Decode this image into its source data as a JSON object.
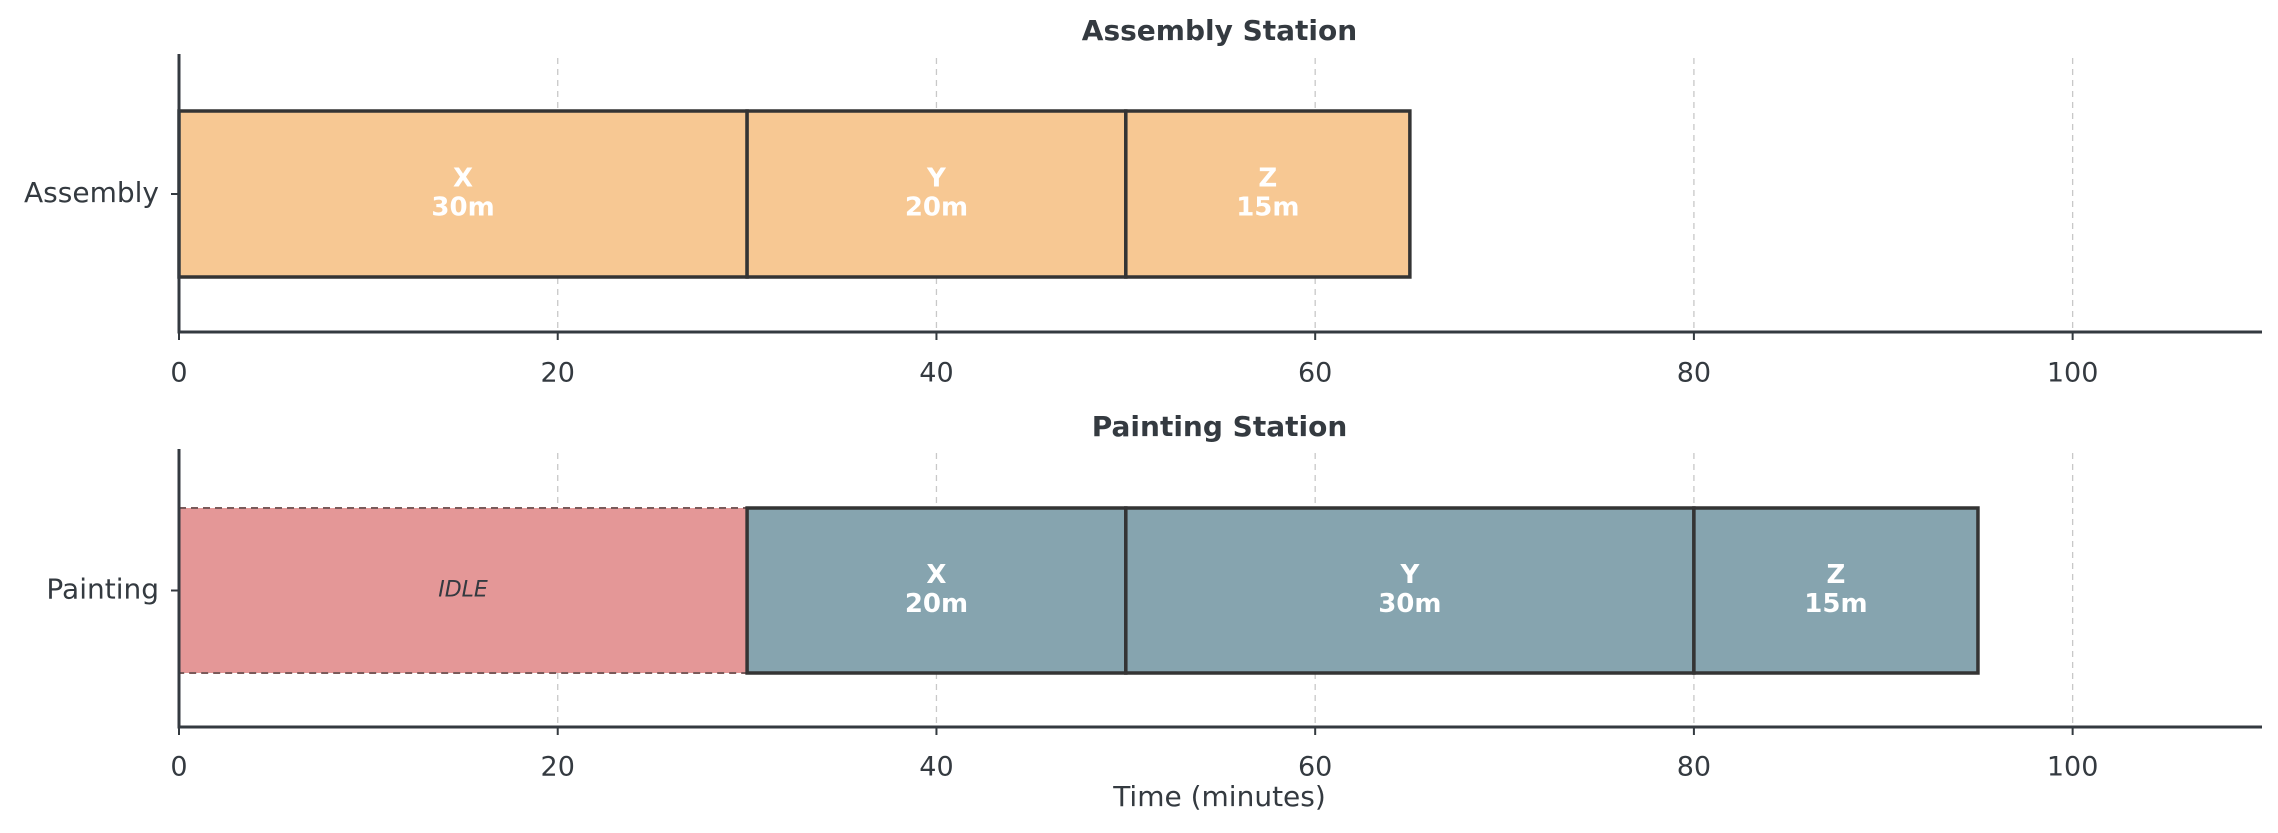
{
  "chart_data": [
    {
      "type": "bar",
      "orientation": "horizontal-stacked",
      "title": "Assembly Station",
      "ylabel_category": "Assembly",
      "xlabel": "",
      "xlim": [
        0,
        110
      ],
      "xticks": [
        0,
        20,
        40,
        60,
        80,
        100
      ],
      "grid": "vertical-dashed",
      "color": "#f7c893",
      "segments": [
        {
          "job": "X",
          "start": 0,
          "duration": 30,
          "duration_label": "30m",
          "idle": false
        },
        {
          "job": "Y",
          "start": 30,
          "duration": 20,
          "duration_label": "20m",
          "idle": false
        },
        {
          "job": "Z",
          "start": 50,
          "duration": 15,
          "duration_label": "15m",
          "idle": false
        }
      ]
    },
    {
      "type": "bar",
      "orientation": "horizontal-stacked",
      "title": "Painting Station",
      "ylabel_category": "Painting",
      "xlabel": "Time (minutes)",
      "xlim": [
        0,
        110
      ],
      "xticks": [
        0,
        20,
        40,
        60,
        80,
        100
      ],
      "grid": "vertical-dashed",
      "color": "#86a4af",
      "idle_color": "#e49797",
      "segments": [
        {
          "job": "IDLE",
          "start": 0,
          "duration": 30,
          "duration_label": "",
          "idle": true
        },
        {
          "job": "X",
          "start": 30,
          "duration": 20,
          "duration_label": "20m",
          "idle": false
        },
        {
          "job": "Y",
          "start": 50,
          "duration": 30,
          "duration_label": "30m",
          "idle": false
        },
        {
          "job": "Z",
          "start": 80,
          "duration": 15,
          "duration_label": "15m",
          "idle": false
        }
      ]
    }
  ]
}
